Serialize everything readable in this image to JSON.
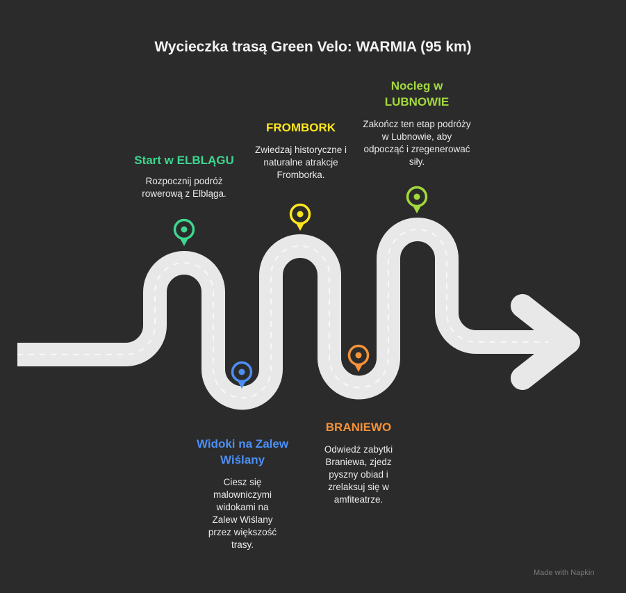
{
  "title": "Wycieczka trasą Green Velo: WARMIA (95 km)",
  "stops": [
    {
      "id": "start",
      "heading": "Start w ELBLĄGU",
      "desc": "Rozpocznij podróż rowerową z Elbląga.",
      "color": "#3ed690",
      "icon": "map-pin-icon"
    },
    {
      "id": "zalew",
      "heading": "Widoki na Zalew Wiślany",
      "desc": "Ciesz się malowniczymi widokami na Zalew Wiślany przez większość trasy.",
      "color": "#4d8ff5",
      "icon": "map-pin-icon"
    },
    {
      "id": "frombork",
      "heading": "FROMBORK",
      "desc": "Zwiedzaj historyczne i naturalne atrakcje Fromborka.",
      "color": "#ffe61c",
      "icon": "map-pin-icon"
    },
    {
      "id": "braniewo",
      "heading": "BRANIEWO",
      "desc": "Odwiedź zabytki Braniewa, zjedz pyszny obiad i zrelaksuj się w amfiteatrze.",
      "color": "#f5923a",
      "icon": "map-pin-icon"
    },
    {
      "id": "nocleg",
      "heading": "Nocleg w LUBNOWIE",
      "desc": "Zakończ ten etap podróży w Lubnowie, aby odpocząć i zregenerować siły.",
      "color": "#a2d93c",
      "icon": "map-pin-icon"
    }
  ],
  "watermark": "Made with Napkin"
}
